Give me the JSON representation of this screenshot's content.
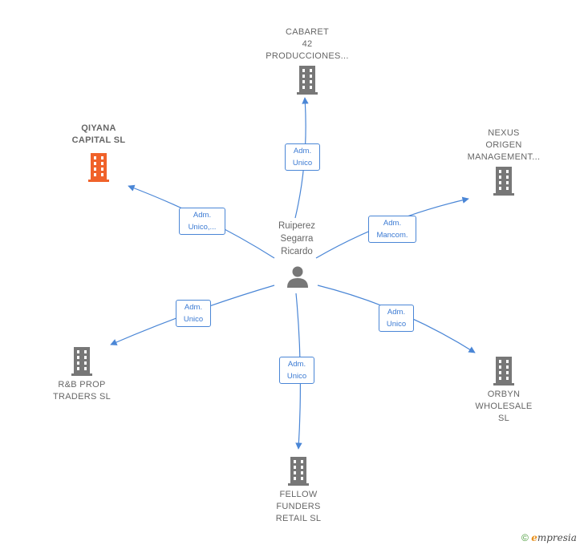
{
  "center": {
    "name": "Ruiperez\nSegarra\nRicardo",
    "icon": "person-icon"
  },
  "companies": [
    {
      "id": "cabaret",
      "name": "CABARET\n42\nPRODUCCIONES...",
      "highlighted": false
    },
    {
      "id": "qiyana",
      "name": "QIYANA\nCAPITAL  SL",
      "highlighted": true
    },
    {
      "id": "nexus",
      "name": "NEXUS\nORIGEN\nMANAGEMENT...",
      "highlighted": false
    },
    {
      "id": "rb",
      "name": "R&B PROP\nTRADERS  SL",
      "highlighted": false
    },
    {
      "id": "orbyn",
      "name": "ORBYN\nWHOLESALE\nSL",
      "highlighted": false
    },
    {
      "id": "fellow",
      "name": "FELLOW\nFUNDERS\nRETAIL  SL",
      "highlighted": false
    }
  ],
  "relations": [
    {
      "to": "cabaret",
      "label": "Adm.\nUnico"
    },
    {
      "to": "qiyana",
      "label": "Adm.\nUnico,..."
    },
    {
      "to": "nexus",
      "label": "Adm.\nMancom."
    },
    {
      "to": "rb",
      "label": "Adm.\nUnico"
    },
    {
      "to": "orbyn",
      "label": "Adm.\nUnico"
    },
    {
      "to": "fellow",
      "label": "Adm.\nUnico"
    }
  ],
  "footer": {
    "copyright_symbol": "©",
    "brand_initial": "e",
    "brand_rest": "mpresia"
  },
  "colors": {
    "edge": "#4a86d6",
    "building": "#777777",
    "building_highlight": "#f0622a",
    "text": "#666666"
  }
}
